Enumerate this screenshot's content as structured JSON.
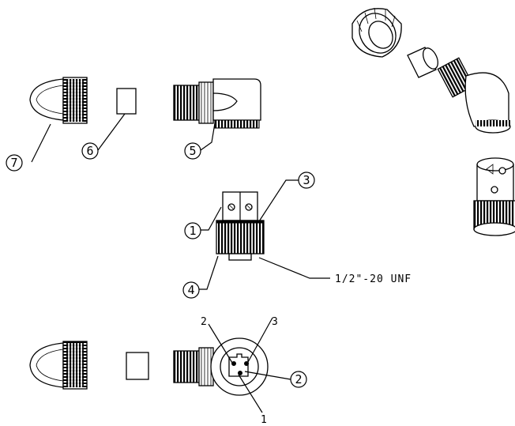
{
  "callouts": {
    "c1": "1",
    "c2": "2",
    "c3": "3",
    "c4": "4",
    "c5": "5",
    "c6": "6",
    "c7": "7"
  },
  "thread_spec": "1/2\"-20 UNF",
  "pin_labels": {
    "p1": "1",
    "p2": "2",
    "p3": "3"
  }
}
